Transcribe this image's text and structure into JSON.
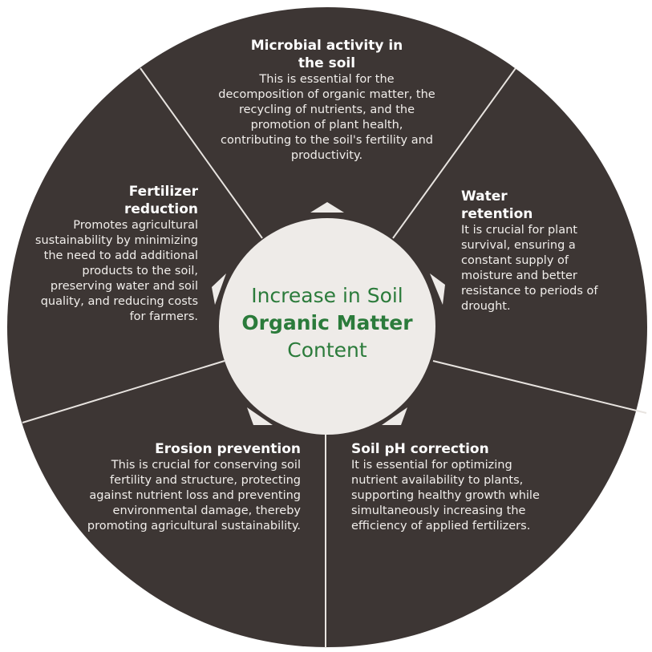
{
  "center": {
    "line1": "Increase in Soil",
    "line2": "Organic Matter",
    "line3": "Content"
  },
  "segments": [
    {
      "title": "Microbial activity in the soil",
      "text": "This is essential for the decomposition of organic matter, the recycling of nutrients, and the promotion of plant health, contributing to the soil's fertility and productivity."
    },
    {
      "title": "Water retention",
      "text": "It is crucial for plant survival, ensuring a constant supply of moisture and better resistance to periods of drought."
    },
    {
      "title": "Soil pH correction",
      "text": "It is essential for optimizing nutrient availability to plants, supporting healthy growth while simultaneously increasing the efficiency of applied fertilizers."
    },
    {
      "title": "Erosion prevention",
      "text": "This is crucial for conserving soil fertility and structure, protecting against nutrient loss and preventing environmental damage, thereby promoting agricultural sustainability."
    },
    {
      "title": "Fertilizer reduction",
      "text": "Promotes agricultural sustainability by minimizing the need to add additional products to the soil, preserving water and soil quality, and reducing costs for farmers."
    }
  ],
  "colors": {
    "background": "#3d3634",
    "center": "#eeebe8",
    "accent": "#2b7b3b"
  }
}
